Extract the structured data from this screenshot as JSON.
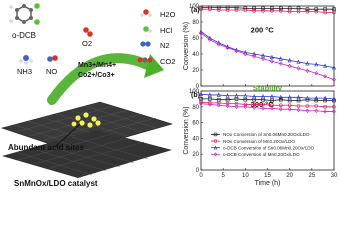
{
  "schematic": {
    "molecule_label": "o-DCB",
    "reactant_labels": [
      "O2",
      "NH3",
      "NO"
    ],
    "metal_ions": [
      "Mn3+/Mn4+",
      "Co2+/Co3+"
    ],
    "product_labels": [
      "H2O",
      "HCl",
      "N2",
      "CO2"
    ],
    "acid_sites_label": "Abundant acid sites",
    "catalyst_label": "SnMnOx/LDO catalyst",
    "colors": {
      "arrow": "#4caf2a",
      "acid_site": "#f2f25a",
      "layer": "#333333",
      "oxygen": "#d9322b",
      "nitrogen": "#3b66c8",
      "chlorine": "#55c43c",
      "carbon": "#666666"
    }
  },
  "chart_data": [
    {
      "panel": "(a)",
      "type": "line",
      "annotation": "200 °C",
      "annotation_center": "Stability",
      "xlabel": "",
      "ylabel": "Conversion (%)",
      "xlim": [
        0,
        30
      ],
      "ylim": [
        0,
        100
      ],
      "yticks": [
        0,
        20,
        40,
        60,
        80,
        100
      ],
      "series": [
        {
          "color": "#1a1a1a",
          "marker": "square",
          "x": [
            0,
            2,
            4,
            6,
            8,
            10,
            12,
            14,
            16,
            18,
            20,
            22,
            24,
            26,
            28,
            30
          ],
          "y": [
            98,
            98,
            98,
            98,
            98,
            97,
            97,
            97,
            97,
            97,
            97,
            97,
            96,
            96,
            96,
            96
          ]
        },
        {
          "color": "#e0205a",
          "marker": "circle",
          "x": [
            0,
            2,
            4,
            6,
            8,
            10,
            12,
            14,
            16,
            18,
            20,
            22,
            24,
            26,
            28,
            30
          ],
          "y": [
            96,
            96,
            95,
            95,
            95,
            95,
            94,
            94,
            94,
            94,
            93,
            93,
            93,
            93,
            92,
            92
          ]
        },
        {
          "color": "#2233cc",
          "marker": "triangle",
          "x": [
            0,
            2,
            4,
            6,
            8,
            10,
            12,
            14,
            16,
            18,
            20,
            22,
            24,
            26,
            28,
            30
          ],
          "y": [
            68,
            60,
            54,
            49,
            45,
            42,
            40,
            38,
            36,
            34,
            32,
            30,
            28,
            27,
            25,
            23
          ]
        },
        {
          "color": "#cc22cc",
          "marker": "diamond",
          "x": [
            0,
            2,
            4,
            6,
            8,
            10,
            12,
            14,
            16,
            18,
            20,
            22,
            24,
            26,
            28,
            30
          ],
          "y": [
            66,
            58,
            52,
            48,
            44,
            40,
            37,
            34,
            31,
            28,
            25,
            22,
            19,
            16,
            12,
            8
          ]
        }
      ]
    },
    {
      "panel": "(b)",
      "type": "line",
      "annotation": "300 °C",
      "xlabel": "Time (h)",
      "ylabel": "Conversion (%)",
      "xlim": [
        0,
        30
      ],
      "ylim": [
        0,
        100
      ],
      "xticks": [
        0,
        5,
        10,
        15,
        20,
        25,
        30
      ],
      "yticks": [
        0,
        20,
        40,
        60,
        80,
        100
      ],
      "legend_position": "bottom-center",
      "series": [
        {
          "name": "NOx Conversion of Sn0.06Mn0.20Ox/LDO",
          "color": "#1a1a1a",
          "marker": "square",
          "x": [
            0,
            2,
            4,
            6,
            8,
            10,
            12,
            14,
            16,
            18,
            20,
            22,
            24,
            26,
            28,
            30
          ],
          "y": [
            90,
            90,
            89,
            89,
            90,
            89,
            89,
            89,
            88,
            89,
            88,
            88,
            89,
            88,
            88,
            88
          ]
        },
        {
          "name": "NOx Conversion of Mn0.20Ox/LDO",
          "color": "#e0205a",
          "marker": "circle",
          "x": [
            0,
            2,
            4,
            6,
            8,
            10,
            12,
            14,
            16,
            18,
            20,
            22,
            24,
            26,
            28,
            30
          ],
          "y": [
            86,
            85,
            85,
            84,
            84,
            83,
            83,
            83,
            82,
            82,
            82,
            81,
            81,
            81,
            80,
            80
          ]
        },
        {
          "name": "o-DCB Conversion of Sn0.06Mn0.20Ox/LDO",
          "color": "#2233cc",
          "marker": "triangle",
          "x": [
            0,
            2,
            4,
            6,
            8,
            10,
            12,
            14,
            16,
            18,
            20,
            22,
            24,
            26,
            28,
            30
          ],
          "y": [
            96,
            95,
            95,
            94,
            94,
            94,
            93,
            93,
            93,
            92,
            92,
            92,
            91,
            91,
            91,
            90
          ]
        },
        {
          "name": "o-DCB Conversion of Mn0.20Ox/LDO",
          "color": "#cc22cc",
          "marker": "diamond",
          "x": [
            0,
            2,
            4,
            6,
            8,
            10,
            12,
            14,
            16,
            18,
            20,
            22,
            24,
            26,
            28,
            30
          ],
          "y": [
            84,
            83,
            82,
            81,
            80,
            80,
            79,
            78,
            78,
            77,
            77,
            76,
            75,
            75,
            74,
            74
          ]
        }
      ]
    }
  ]
}
